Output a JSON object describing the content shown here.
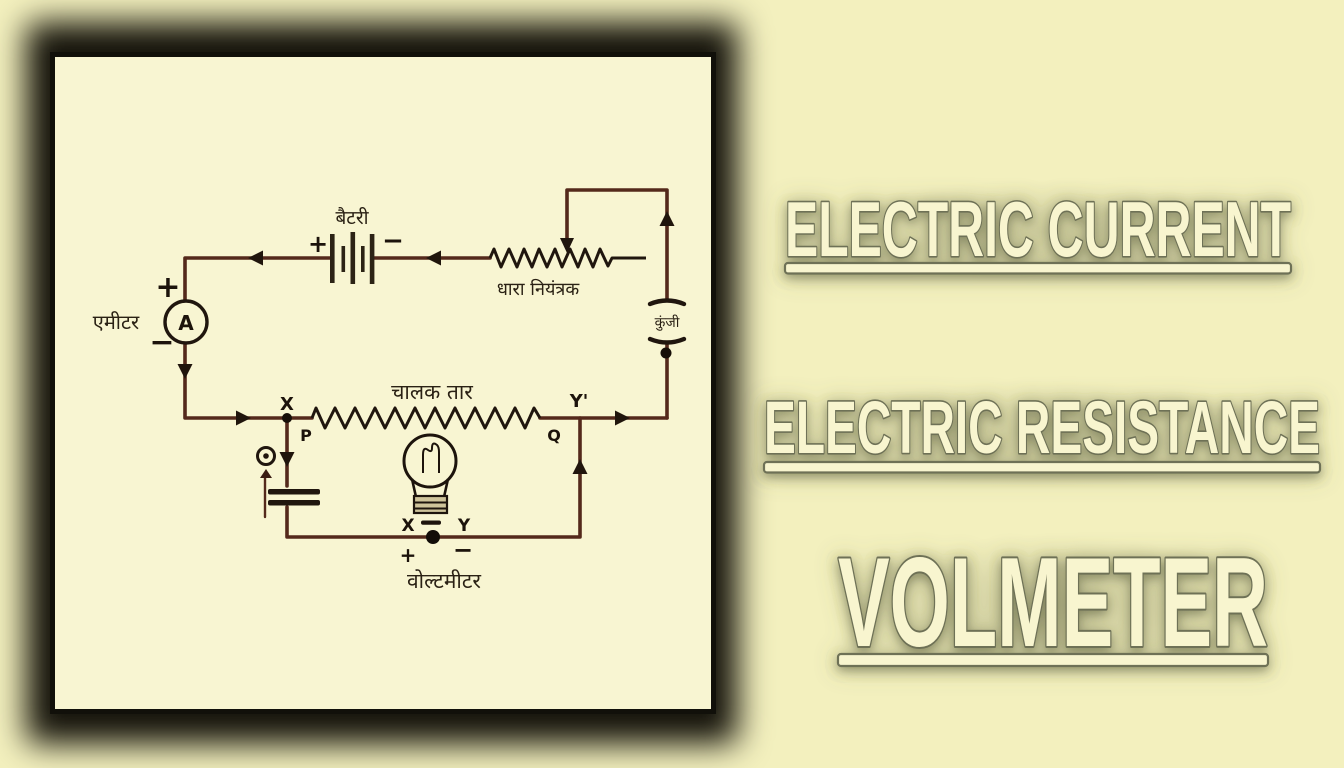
{
  "colors": {
    "page_bg": "#f3f0be",
    "panel_bg": "#f8f5d2",
    "frame_border": "#11100a",
    "wire": "#54291b",
    "component": "#20160e",
    "heading_fill": "#f8f5cf",
    "heading_stroke": "#6e7156"
  },
  "diagram": {
    "battery_label": "बैटरी",
    "battery_plus": "+",
    "battery_minus": "−",
    "rheostat_label": "धारा नियंत्रक",
    "ammeter_label": "एमीटर",
    "ammeter_letter": "A",
    "ammeter_plus": "+",
    "ammeter_minus": "−",
    "key_label": "कुंजी",
    "conductor_label": "चालक तार",
    "terminal_x": "X",
    "terminal_p": "P",
    "terminal_q": "Q",
    "terminal_y_prime": "Y'",
    "voltmeter_label": "वोल्टमीटर",
    "voltmeter_x": "X",
    "voltmeter_y": "Y",
    "voltmeter_plus": "+",
    "voltmeter_minus": "−"
  },
  "headings": [
    {
      "label": "ELECTRIC CURRENT"
    },
    {
      "label": "ELECTRIC RESISTANCE"
    },
    {
      "label": "VOLMETER"
    }
  ],
  "decor": {
    "sparkle_icon": "four-pointed-sparkle"
  }
}
